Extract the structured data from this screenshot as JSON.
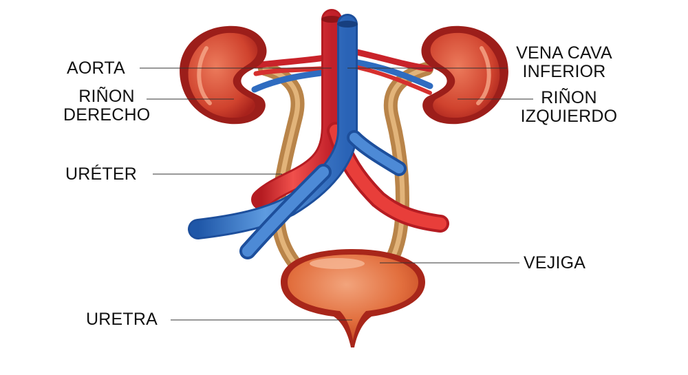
{
  "labels": {
    "aorta": "AORTA",
    "rinon_derecho_1": "RIÑON",
    "rinon_derecho_2": "DERECHO",
    "ureter": "URÉTER",
    "uretra": "URETRA",
    "vena_cava_1": "VENA CAVA",
    "vena_cava_2": "INFERIOR",
    "rinon_izquierdo_1": "RIÑON",
    "rinon_izquierdo_2": "IZQUIERDO",
    "vejiga": "VEJIGA"
  },
  "colors": {
    "kidney_dark": "#b3241f",
    "kidney_mid": "#d84a32",
    "kidney_light": "#ee8a6a",
    "artery": "#d3252a",
    "artery_light": "#f0605a",
    "vein": "#2e6fc4",
    "vein_light": "#7fb3ea",
    "ureter": "#c9975c",
    "ureter_light": "#e7bf8a",
    "bladder_dark": "#b3301f",
    "bladder": "#e0703f",
    "bladder_light": "#f3a67e"
  }
}
